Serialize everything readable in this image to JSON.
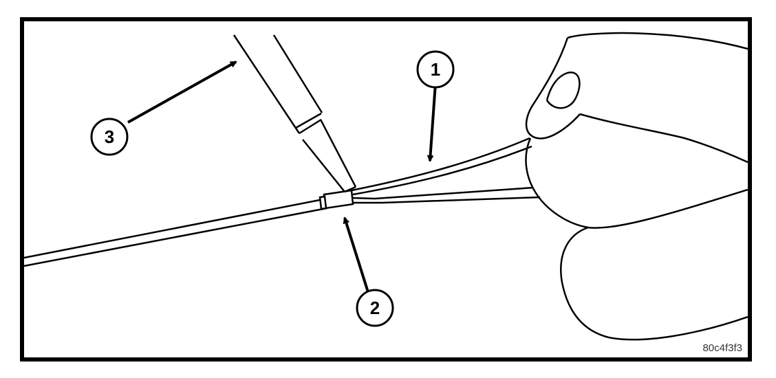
{
  "figure": {
    "callouts": [
      {
        "id": "callout-1",
        "label": "1"
      },
      {
        "id": "callout-2",
        "label": "2"
      },
      {
        "id": "callout-3",
        "label": "3"
      }
    ],
    "figure_id": "80c4f3f3"
  },
  "colors": {
    "line": "#000000",
    "background": "#ffffff"
  },
  "icons": [
    "soldering-iron-icon",
    "wire-icon",
    "solder-sleeve-icon",
    "fingers-icon",
    "arrow-icon"
  ]
}
